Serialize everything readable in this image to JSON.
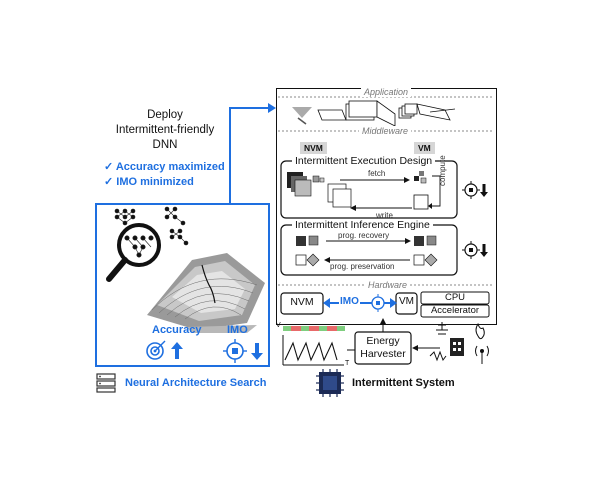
{
  "left": {
    "deploy_lines": [
      "Deploy",
      "Intermittent-friendly",
      "DNN"
    ],
    "checks": [
      "✓ Accuracy maximized",
      "✓ IMO minimized"
    ],
    "accuracy_label": "Accuracy",
    "imo_label": "IMO",
    "nas_label": "Neural Architecture Search"
  },
  "right": {
    "application_label": "Application",
    "middleware_label": "Middleware",
    "hardware_label": "Hardware",
    "nvm_tag": "NVM",
    "vm_tag": "VM",
    "exec_design_title": "Intermittent Execution Design",
    "fetch_label": "fetch",
    "write_label": "write",
    "compute_label": "compute",
    "inference_engine_title": "Intermittent Inference Engine",
    "prog_recovery_label": "prog. recovery",
    "prog_preservation_label": "prog. preservation",
    "hw_nvm": "NVM",
    "hw_imo": "IMO",
    "hw_vm": "VM",
    "hw_cpu": "CPU",
    "hw_accel": "Accelerator",
    "energy_harvester": [
      "Energy",
      "Harvester"
    ],
    "axis_v": "V",
    "axis_t": "T",
    "system_label": "Intermittent System"
  },
  "colors": {
    "accent": "#1e6fe0",
    "power_on": "#7fce7f",
    "power_off": "#e86a6a"
  }
}
